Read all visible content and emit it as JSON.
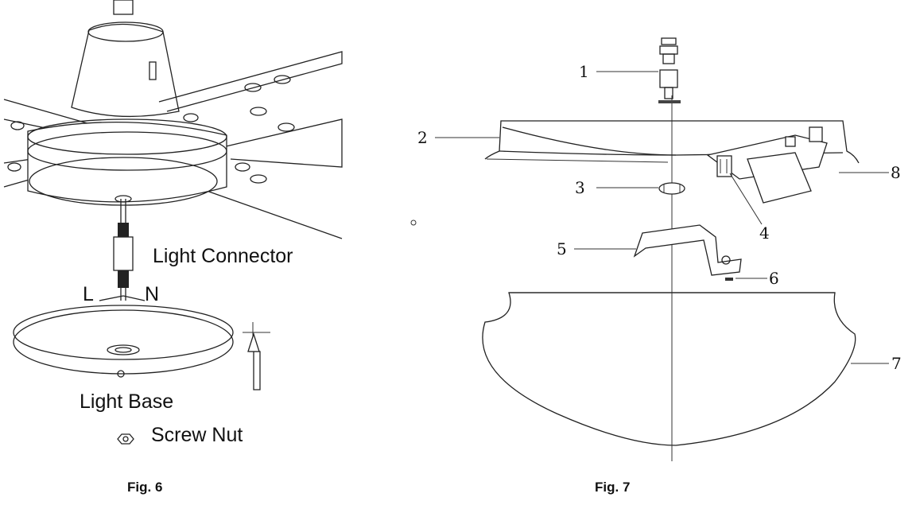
{
  "fig6": {
    "caption": "Fig. 6",
    "labels": {
      "light_connector": "Light Connector",
      "light_base": "Light Base",
      "screw_nut": "Screw Nut",
      "wire_l": "L",
      "wire_n": "N"
    }
  },
  "fig7": {
    "caption": "Fig. 7",
    "callouts": [
      "1",
      "2",
      "3",
      "4",
      "5",
      "6",
      "7",
      "8"
    ]
  }
}
